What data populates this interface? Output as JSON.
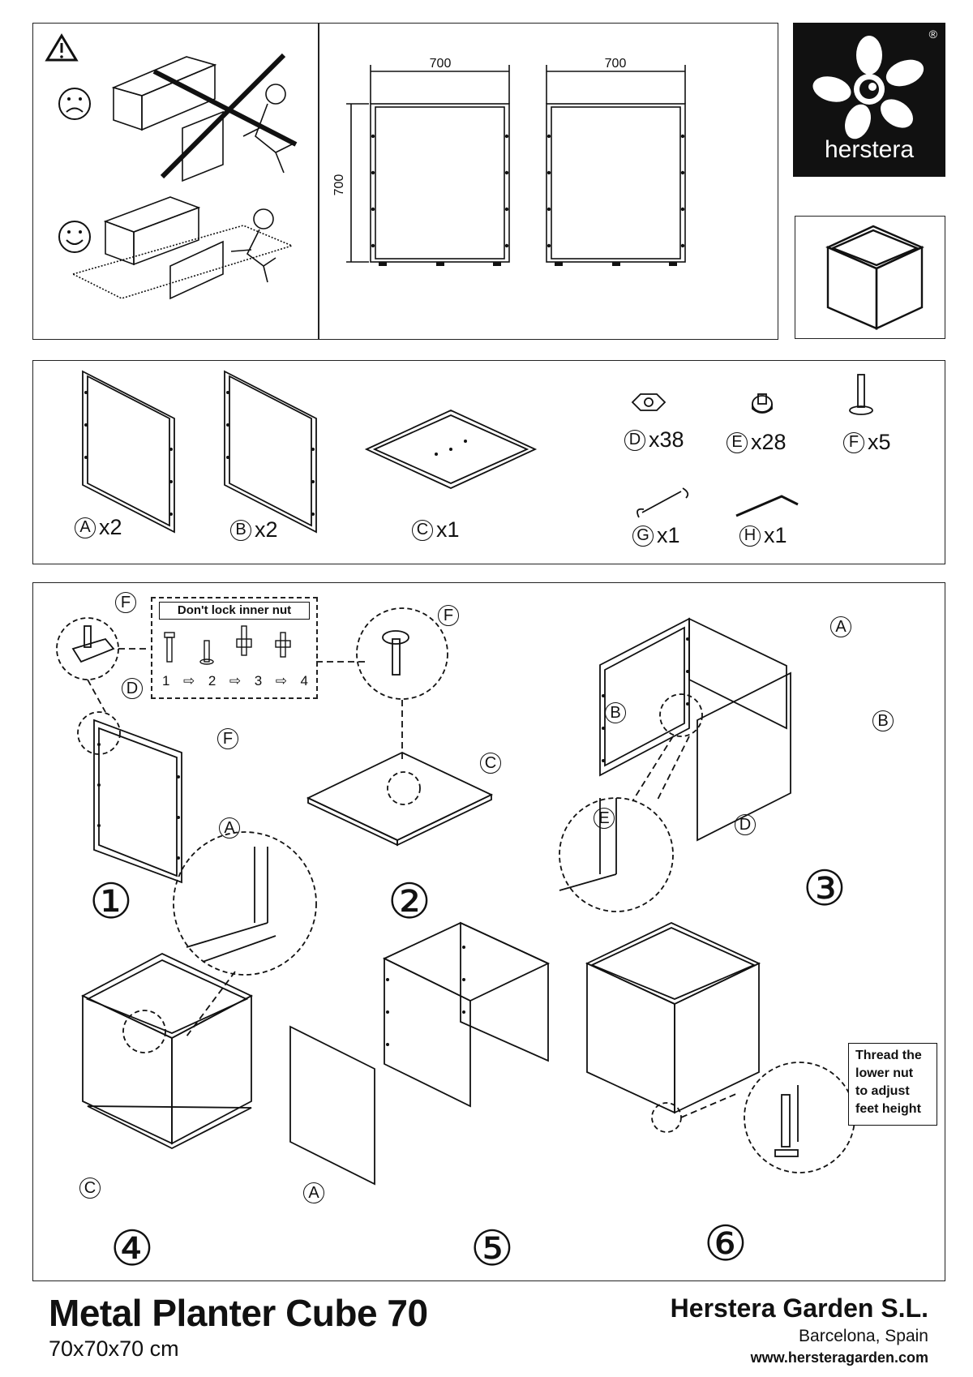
{
  "dimensions": {
    "width_a": "700",
    "width_b": "700",
    "height": "700"
  },
  "brand": {
    "logo_text": "herstera",
    "registered": "®"
  },
  "parts": [
    {
      "letter": "A",
      "qty": "x2"
    },
    {
      "letter": "B",
      "qty": "x2"
    },
    {
      "letter": "C",
      "qty": "x1"
    },
    {
      "letter": "D",
      "qty": "x38"
    },
    {
      "letter": "E",
      "qty": "x28"
    },
    {
      "letter": "F",
      "qty": "x5"
    },
    {
      "letter": "G",
      "qty": "x1"
    },
    {
      "letter": "H",
      "qty": "x1"
    }
  ],
  "steps": {
    "nut_note_title": "Don't lock inner nut",
    "nut_sequence": [
      "1",
      "2",
      "3",
      "4"
    ],
    "arrow": "⇨",
    "callouts": [
      "F",
      "D",
      "F",
      "A",
      "F",
      "C",
      "A",
      "B",
      "B",
      "E",
      "D",
      "C",
      "A"
    ],
    "numbers": [
      "①",
      "②",
      "③",
      "④",
      "⑤",
      "⑥"
    ],
    "thread_note": [
      "Thread the",
      "lower nut",
      "to adjust",
      "feet height"
    ]
  },
  "footer": {
    "title": "Metal Planter Cube 70",
    "size": "70x70x70 cm",
    "company": "Herstera Garden S.L.",
    "city": "Barcelona, Spain",
    "url": "www.hersteragarden.com"
  },
  "icons": [
    "warning-icon",
    "sad-face-icon",
    "happy-face-icon",
    "flower-logo-icon"
  ]
}
